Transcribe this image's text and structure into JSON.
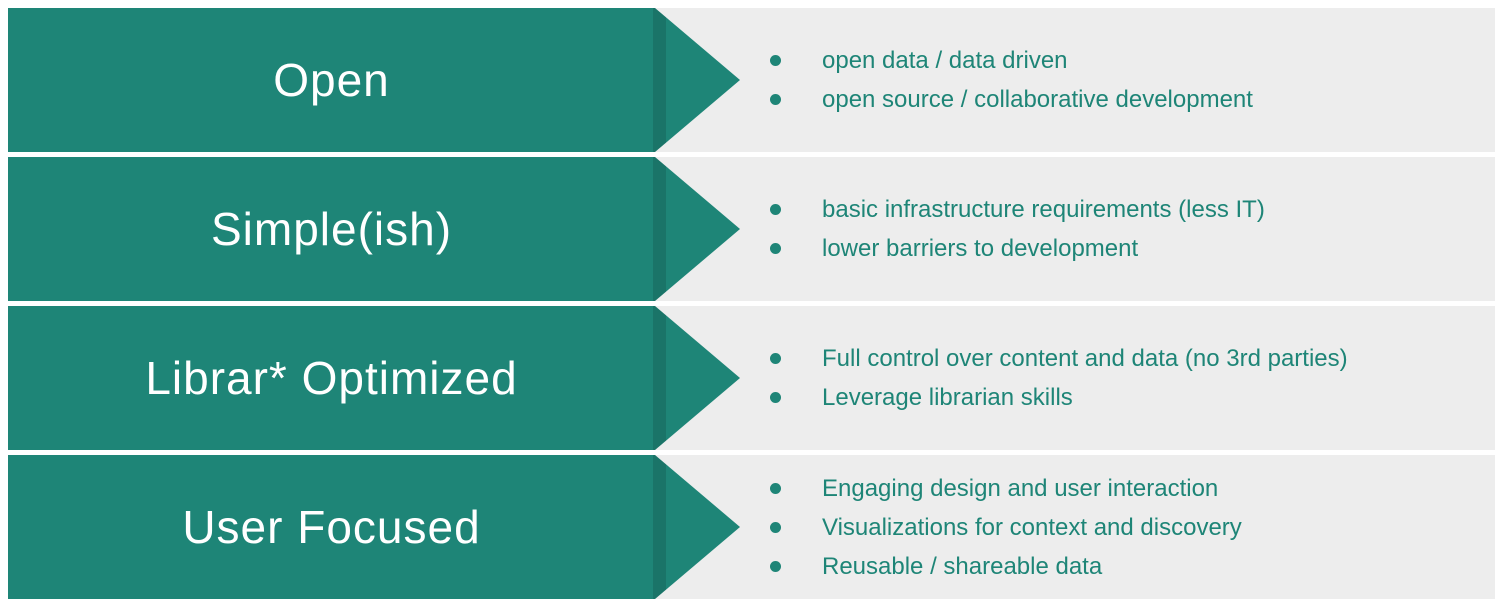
{
  "theme": {
    "arrow_color": "#1e8577",
    "background_color": "#ededed",
    "gap_color": "#ffffff",
    "text_color": "#1e8577",
    "label_color": "#ffffff"
  },
  "rows": [
    {
      "label": "Open",
      "bullets": [
        "open data / data driven",
        "open source / collaborative development"
      ]
    },
    {
      "label": "Simple(ish)",
      "bullets": [
        "basic infrastructure requirements (less IT)",
        "lower barriers to development"
      ]
    },
    {
      "label": "Librar* Optimized",
      "bullets": [
        "Full control over content and data (no 3rd parties)",
        "Leverage librarian skills"
      ]
    },
    {
      "label": "User Focused",
      "bullets": [
        "Engaging design and user interaction",
        "Visualizations for context and discovery",
        "Reusable / shareable data"
      ]
    }
  ]
}
